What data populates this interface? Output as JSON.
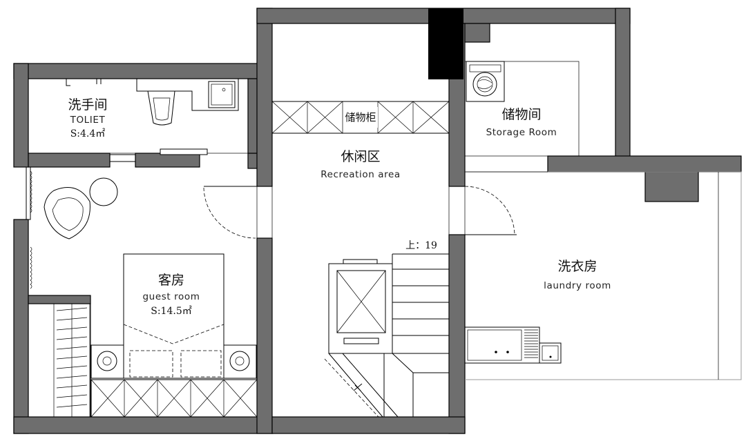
{
  "rooms": {
    "toilet": {
      "name_cn": "洗手间",
      "name_en": "TOLIET",
      "area": "S:4.4㎡"
    },
    "storage_cabinet": {
      "name_cn": "储物柜"
    },
    "storage_room": {
      "name_cn": "储物间",
      "name_en": "Storage Room"
    },
    "recreation": {
      "name_cn": "休闲区",
      "name_en": "Recreation area"
    },
    "stair": {
      "label": "上：19"
    },
    "guest": {
      "name_cn": "客房",
      "name_en": "guest room",
      "area": "S:14.5㎡"
    },
    "laundry": {
      "name_cn": "洗衣房",
      "name_en": "laundry room"
    }
  },
  "colors": {
    "wall": "#6e6e6e",
    "column": "#000000",
    "line": "#000000"
  }
}
